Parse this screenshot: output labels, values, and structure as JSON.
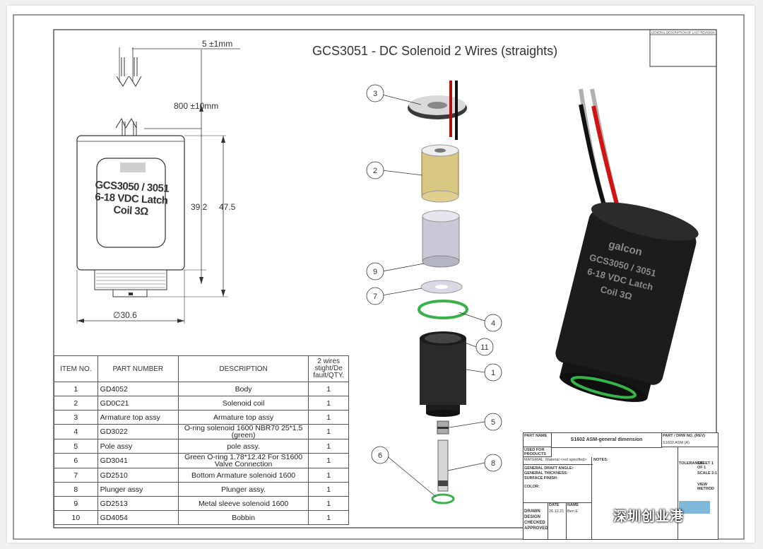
{
  "title": "GCS3051   -  DC Solenoid 2 Wires (straights)",
  "revision_header": "GENERAL DESCRIPTION OF LAST REVISION",
  "dimensions": {
    "wire_gap": "5 ±1mm",
    "wire_length": "800 ±10mm",
    "height_inner": "39.2",
    "height_total": "47.5",
    "diameter": "∅30.6"
  },
  "coil_label": {
    "line1": "GCS3050 / 3051",
    "line2": "6-18 VDC Latch",
    "line3": "Coil 3Ω"
  },
  "render_label": {
    "brand": "galcon",
    "line1": "GCS3050 / 3051",
    "line2": "6-18 VDC Latch",
    "line3": "Coil 3Ω"
  },
  "callouts": [
    "3",
    "2",
    "9",
    "7",
    "4",
    "11",
    "1",
    "5",
    "6",
    "8"
  ],
  "table": {
    "headers": {
      "item": "ITEM NO.",
      "part": "PART NUMBER",
      "desc": "DESCRIPTION",
      "qty": "2 wires stight/De fault/QTY."
    },
    "rows": [
      {
        "item": "1",
        "part": "GD4052",
        "desc": "Body",
        "qty": "1"
      },
      {
        "item": "2",
        "part": "GD0C21",
        "desc": "Solenoid coil",
        "qty": "1"
      },
      {
        "item": "3",
        "part": "Armature top assy",
        "desc": "Armature top assy",
        "qty": "1"
      },
      {
        "item": "4",
        "part": "GD3022",
        "desc": "O-ring solenoid 1600 NBR70 25*1.5 (green)",
        "qty": "1"
      },
      {
        "item": "5",
        "part": "Pole assy",
        "desc": "pole assy.",
        "qty": "1"
      },
      {
        "item": "6",
        "part": "GD3041",
        "desc": "Green O-ring 1.78*12.42 For S1600 Valve Connection",
        "qty": "1"
      },
      {
        "item": "7",
        "part": "GD2510",
        "desc": "Bottom Armature  solenoid 1600",
        "qty": "1"
      },
      {
        "item": "8",
        "part": "Plunger assy",
        "desc": "Plunger assy.",
        "qty": "1"
      },
      {
        "item": "9",
        "part": "GD2513",
        "desc": "Metal sleeve solenoid 1600",
        "qty": "1"
      },
      {
        "item": "10",
        "part": "GD4054",
        "desc": "Bobbin",
        "qty": "1"
      }
    ]
  },
  "title_block": {
    "part_name_label": "PART NAME",
    "part_name": "S1602 ASM-general dimension",
    "part_drw_label": "PART / DRW NO. (REV)",
    "part_drw": "S1602 ASM (A)",
    "used_for": "USED FOR PRODUCTS",
    "material": "MATERIAL: Material <not specified>",
    "notes_label": "NOTES:",
    "general_draft": "GENERAL DRAFT ANGLE:",
    "general_thickness": "GENERAL THICKNESS:",
    "surface_finish": "SURFACE FINISH:",
    "color": "COLOR:",
    "drawn": "DRAWN",
    "design": "DESIGN",
    "checked": "CHECKED",
    "approved": "APPROVED",
    "date_label": "DATE",
    "name_label": "NAME",
    "drawn_date": "26.12.21",
    "drawn_name": "Ben E",
    "tolerance": "TOLERANCE",
    "sheet": "SHEET 1 OF 1",
    "scale": "SCALE 2:1",
    "view_method": "VIEW METHOD"
  },
  "watermark": "深圳创业港"
}
